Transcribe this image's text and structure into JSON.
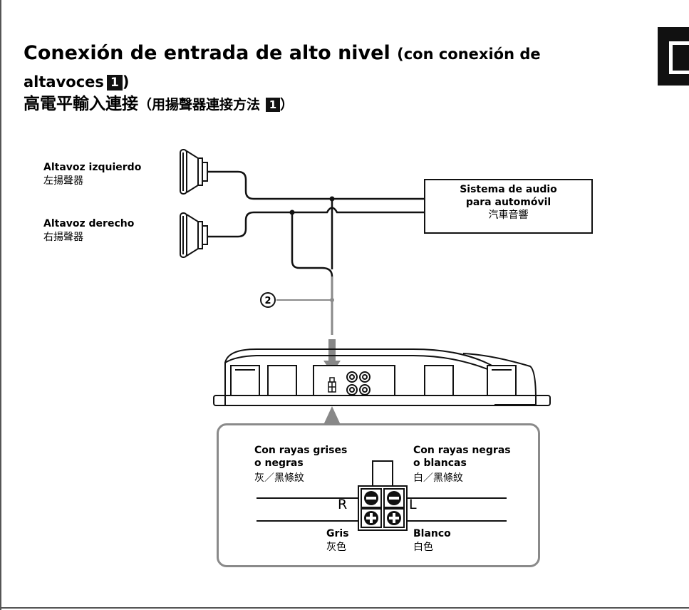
{
  "title_es_main": "Conexión de entrada de alto nivel",
  "title_es_paren_open": "(con conexión de altavoces",
  "title_es_paren_close": ")",
  "title_zh_main": "高電平輸入連接",
  "title_zh_paren_open": "（用揚聲器連接方法",
  "title_zh_paren_close": "）",
  "step_number": "1",
  "speaker_left": {
    "es": "Altavoz izquierdo",
    "zh": "左揚聲器"
  },
  "speaker_right": {
    "es": "Altavoz derecho",
    "zh": "右揚聲器"
  },
  "car_audio": {
    "line1": "Sistema de audio",
    "line2": "para automóvil",
    "zh": "汽車音響"
  },
  "callout_number": "2",
  "connector": {
    "left_label": {
      "line1": "Con rayas grises",
      "line2": "o negras",
      "zh": "灰／黑條紋"
    },
    "right_label": {
      "line1": "Con rayas negras",
      "line2": "o blancas",
      "zh": "白／黑條紋"
    },
    "r_marker": "R",
    "l_marker": "L",
    "gray_label": {
      "es": "Gris",
      "zh": "灰色"
    },
    "white_label": {
      "es": "Blanco",
      "zh": "白色"
    }
  },
  "colors": {
    "wire_gray": "#8a8a8a",
    "ink": "#111111"
  },
  "icons": [
    "left-speaker-icon",
    "right-speaker-icon",
    "amplifier-icon",
    "connector-icon",
    "rca-jacks-icon",
    "down-arrow-icon",
    "up-triangle-icon"
  ]
}
